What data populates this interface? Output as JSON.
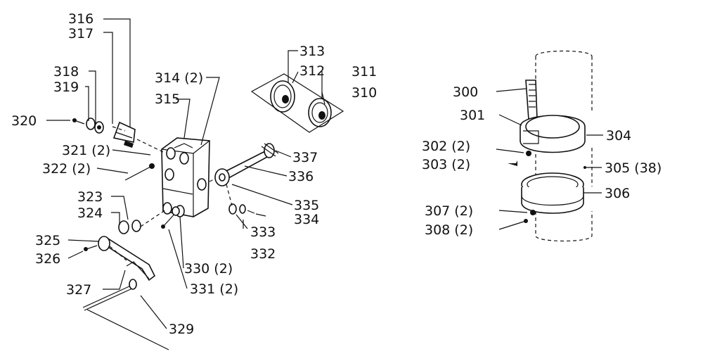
{
  "labels": {
    "p300": "300",
    "p301": "301",
    "p302": "302 (2)",
    "p303": "303 (2)",
    "p304": "304",
    "p305": "305 (38)",
    "p306": "306",
    "p307": "307 (2)",
    "p308": "308 (2)",
    "p310": "310",
    "p311": "311",
    "p312": "312",
    "p313": "313",
    "p314": "314 (2)",
    "p315": "315",
    "p316": "316",
    "p317": "317",
    "p318": "318",
    "p319": "319",
    "p320": "320",
    "p321": "321 (2)",
    "p322": "322 (2)",
    "p323": "323",
    "p324": "324",
    "p325": "325",
    "p326": "326",
    "p327": "327",
    "p329": "329",
    "p330": "330 (2)",
    "p331": "331 (2)",
    "p332": "332",
    "p333": "333",
    "p334": "334",
    "p335": "335",
    "p336": "336",
    "p337": "337"
  }
}
